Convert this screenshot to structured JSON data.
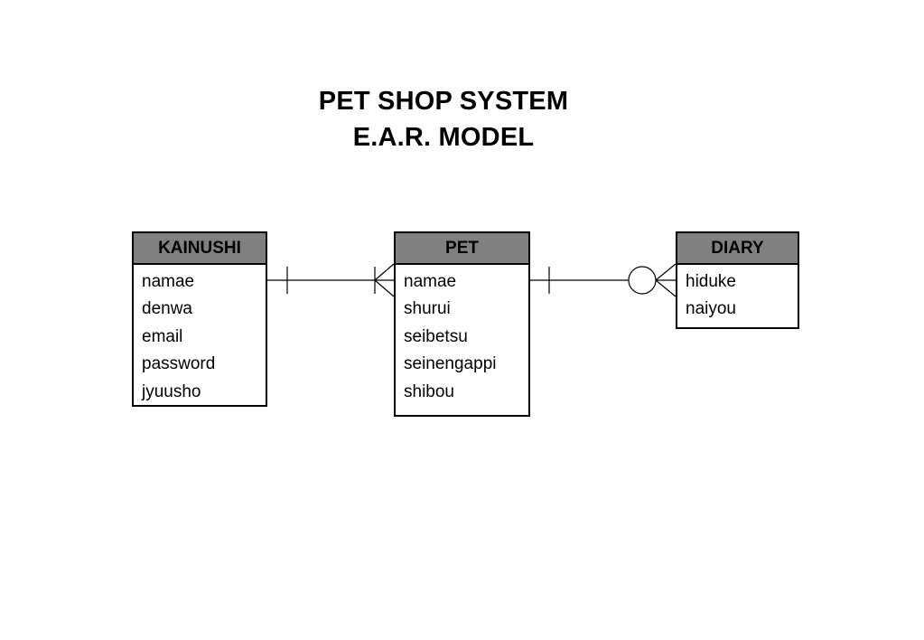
{
  "title": {
    "line1": "PET SHOP SYSTEM",
    "line2": "E.A.R. MODEL"
  },
  "entities": {
    "kainushi": {
      "name": "KAINUSHI",
      "attributes": [
        "namae",
        "denwa",
        "email",
        "password",
        "jyuusho"
      ]
    },
    "pet": {
      "name": "PET",
      "attributes": [
        "namae",
        "shurui",
        "seibetsu",
        "seinengappi",
        "shibou"
      ]
    },
    "diary": {
      "name": "DIARY",
      "attributes": [
        "hiduke",
        "naiyou"
      ]
    }
  },
  "relationships": [
    {
      "from": "KAINUSHI",
      "to": "PET",
      "from_cardinality": "one",
      "to_cardinality": "one-or-many"
    },
    {
      "from": "PET",
      "to": "DIARY",
      "from_cardinality": "one",
      "to_cardinality": "zero-or-many"
    }
  ],
  "colors": {
    "header_fill": "#808080",
    "line": "#000000",
    "background": "#ffffff"
  }
}
